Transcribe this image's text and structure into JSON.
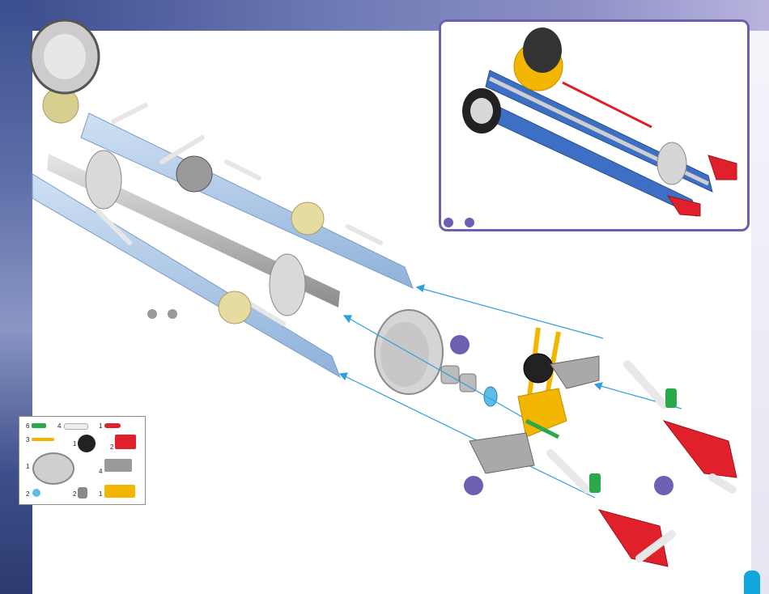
{
  "page": {
    "colors": {
      "accent_purple": "#6f5fb3",
      "frame_purple": "#6f5fb3",
      "rod_blue": "#a9c6e6",
      "rod_grey": "#b8b8b8",
      "connector_red": "#e0202a",
      "connector_yellow": "#f2b600",
      "connector_green": "#2aa84a",
      "page_tab_blue": "#12a6df"
    }
  },
  "parts_list": {
    "items": [
      {
        "qty": "6",
        "icon": "green-connector-icon"
      },
      {
        "qty": "4",
        "icon": "white-rod-icon"
      },
      {
        "qty": "1",
        "icon": "red-rod-icon"
      },
      {
        "qty": "3",
        "icon": "yellow-rod-icon"
      },
      {
        "qty": "1",
        "icon": "black-gear-icon"
      },
      {
        "qty": "2",
        "icon": "red-connector-icon"
      },
      {
        "qty": "1",
        "icon": "wheel-icon"
      },
      {
        "qty": "4",
        "icon": "grey-connector-icon"
      },
      {
        "qty": "2",
        "icon": "blue-spacer-icon"
      },
      {
        "qty": "2",
        "icon": "grey-spacer-icon"
      },
      {
        "qty": "1",
        "icon": "yellow-connector-icon"
      }
    ]
  }
}
